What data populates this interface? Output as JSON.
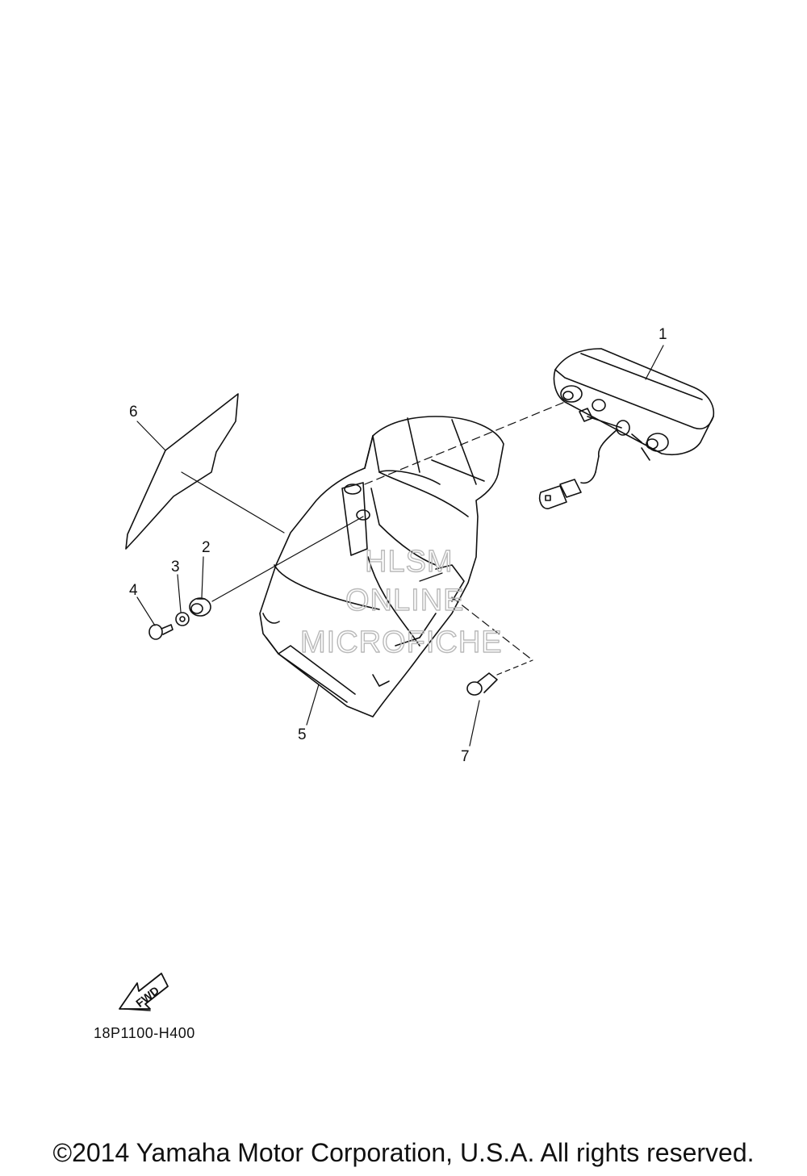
{
  "callouts": [
    {
      "id": "1",
      "label": "1"
    },
    {
      "id": "2",
      "label": "2"
    },
    {
      "id": "3",
      "label": "3"
    },
    {
      "id": "4",
      "label": "4"
    },
    {
      "id": "5",
      "label": "5"
    },
    {
      "id": "6",
      "label": "6"
    },
    {
      "id": "7",
      "label": "7"
    }
  ],
  "watermark": {
    "line1": "HLSM",
    "line2": "ONLINE",
    "line3": "MICROFICHE"
  },
  "fwd_arrow_label": "FWD",
  "diagram_code": "18P1100-H400",
  "copyright": "©2014 Yamaha Motor Corporation, U.S.A. All rights reserved.",
  "colors": {
    "ink": "#111111",
    "watermark": "#b9b9b9",
    "background": "#ffffff"
  }
}
